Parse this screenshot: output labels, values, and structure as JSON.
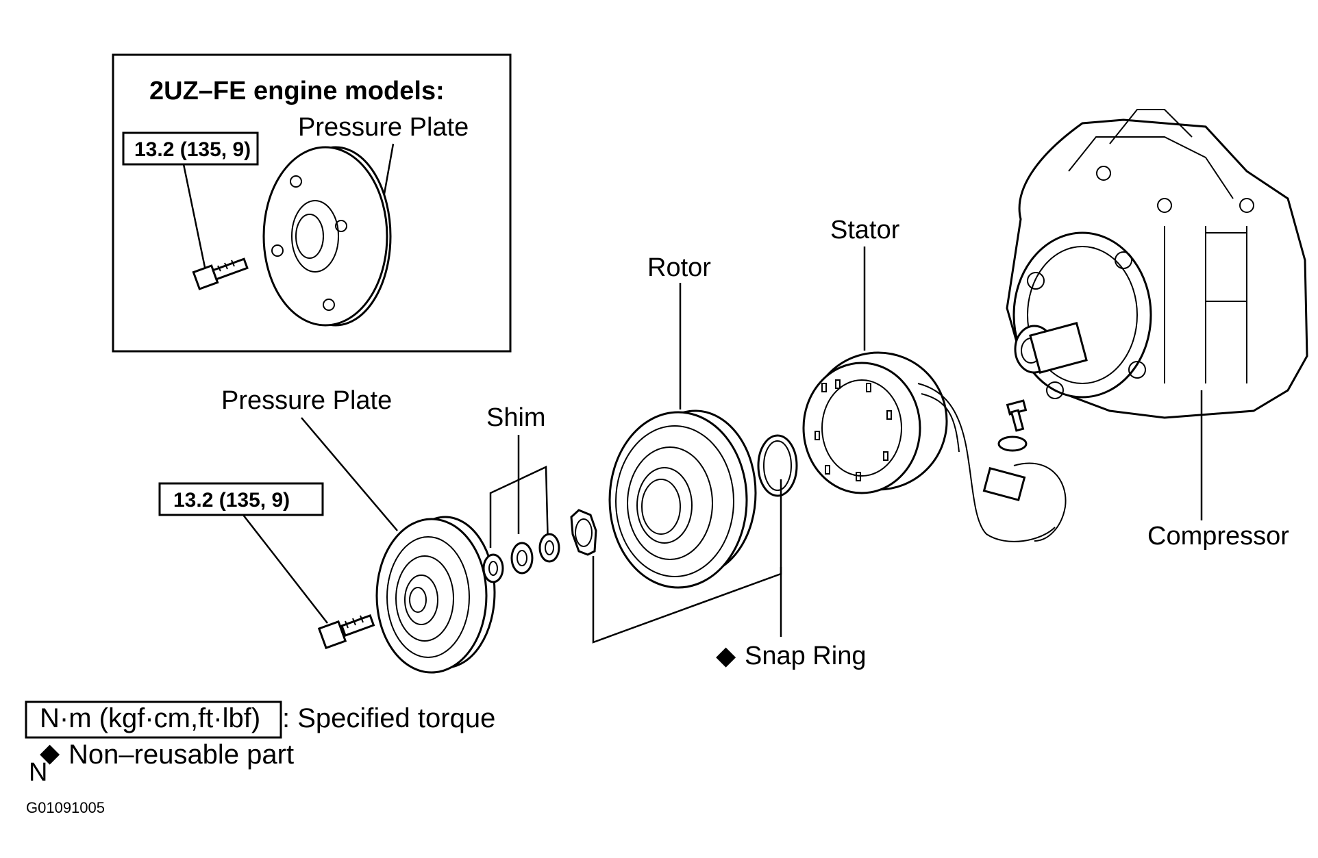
{
  "inset": {
    "title": "2UZ–FE engine models:",
    "pressure_plate_label": "Pressure Plate",
    "torque": "13.2 (135, 9)"
  },
  "labels": {
    "pressure_plate": "Pressure Plate",
    "shim": "Shim",
    "rotor": "Rotor",
    "stator": "Stator",
    "compressor": "Compressor",
    "snap_ring": "Snap Ring",
    "torque": "13.2 (135, 9)"
  },
  "legend": {
    "torque_box": "N·m (kgf·cm,ft·lbf)",
    "torque_text": ": Specified torque",
    "non_reusable_mark": "N",
    "non_reusable_text": "Non–reusable part"
  },
  "figure_code": "G01091005",
  "colors": {
    "ink": "#000000",
    "paper": "#ffffff"
  }
}
